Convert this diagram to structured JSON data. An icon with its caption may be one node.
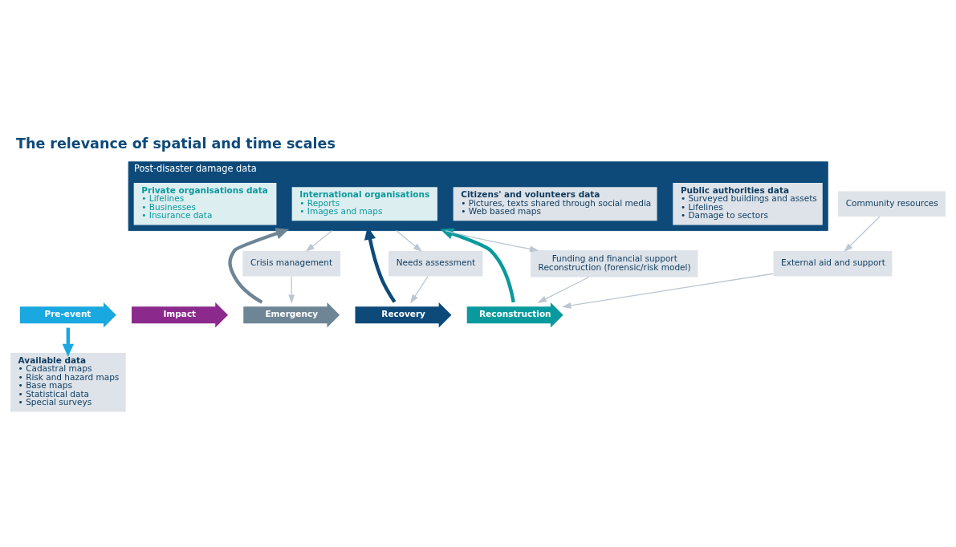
{
  "diagram": {
    "title": "The relevance of spatial and time scales",
    "nodes": [
      {
        "text": [
          "Pre-event"
        ]
      },
      {
        "text": [
          "Impact"
        ]
      },
      {
        "text": [
          "Emergency"
        ]
      },
      {
        "text": [
          "Recovery"
        ]
      },
      {
        "text": [
          "Reconstruction"
        ]
      },
      {
        "text": [
          "Community resources"
        ]
      },
      {
        "text": [
          "External aid and support"
        ]
      },
      {
        "text": [
          "Available data",
          "• Cadastral maps",
          "• Risk and hazard maps",
          "• Base maps",
          "• Statistical data",
          "• Special surveys"
        ]
      },
      {
        "text": [
          "Crisis management"
        ]
      },
      {
        "text": [
          "Needs assessment"
        ]
      },
      {
        "text": [
          "Funding and financial support",
          "Reconstruction (forensic/risk model)"
        ]
      },
      {
        "text": [
          "Post-disaster damage data"
        ]
      },
      {
        "text": [
          "Public authorities data",
          "• Surveyed buildings and assets",
          "• Lifelines",
          "• Damage to sectors"
        ],
        "in": 11
      },
      {
        "text": [
          "Citizens' and volunteers data",
          "• Pictures, texts shared through social media",
          "• Web based maps"
        ],
        "in": 11
      },
      {
        "text": [
          "International organisations",
          "• Reports",
          "• Images and maps"
        ],
        "in": 11
      },
      {
        "text": [
          "Private organisations data",
          "• Lifelines",
          "• Businesses",
          "• Insurance data"
        ],
        "in": 11
      }
    ],
    "edges": [
      {
        "from": 0,
        "to": 7,
        "arrow": "to",
        "style": "thick",
        "color": "#1aa8e0"
      },
      {
        "from": 2,
        "to": 11,
        "arrow": "to",
        "style": "thick",
        "color": "#6e8596"
      },
      {
        "from": 3,
        "to": 11,
        "arrow": "to",
        "style": "thick",
        "color": "#0d4a7a"
      },
      {
        "from": 4,
        "to": 11,
        "arrow": "to",
        "style": "thick",
        "color": "#0a9a9e"
      },
      {
        "from": 5,
        "to": 6,
        "arrow": "to"
      },
      {
        "from": 6,
        "to": 4,
        "arrow": "to"
      },
      {
        "from": 8,
        "to": 2,
        "arrow": "to"
      },
      {
        "from": 9,
        "to": 3,
        "arrow": "to"
      },
      {
        "from": 10,
        "to": 4,
        "arrow": "to"
      },
      {
        "from": 11,
        "to": 8,
        "arrow": "to"
      },
      {
        "from": 11,
        "to": 9,
        "arrow": "to"
      },
      {
        "from": 11,
        "to": 10,
        "arrow": "to"
      }
    ]
  }
}
